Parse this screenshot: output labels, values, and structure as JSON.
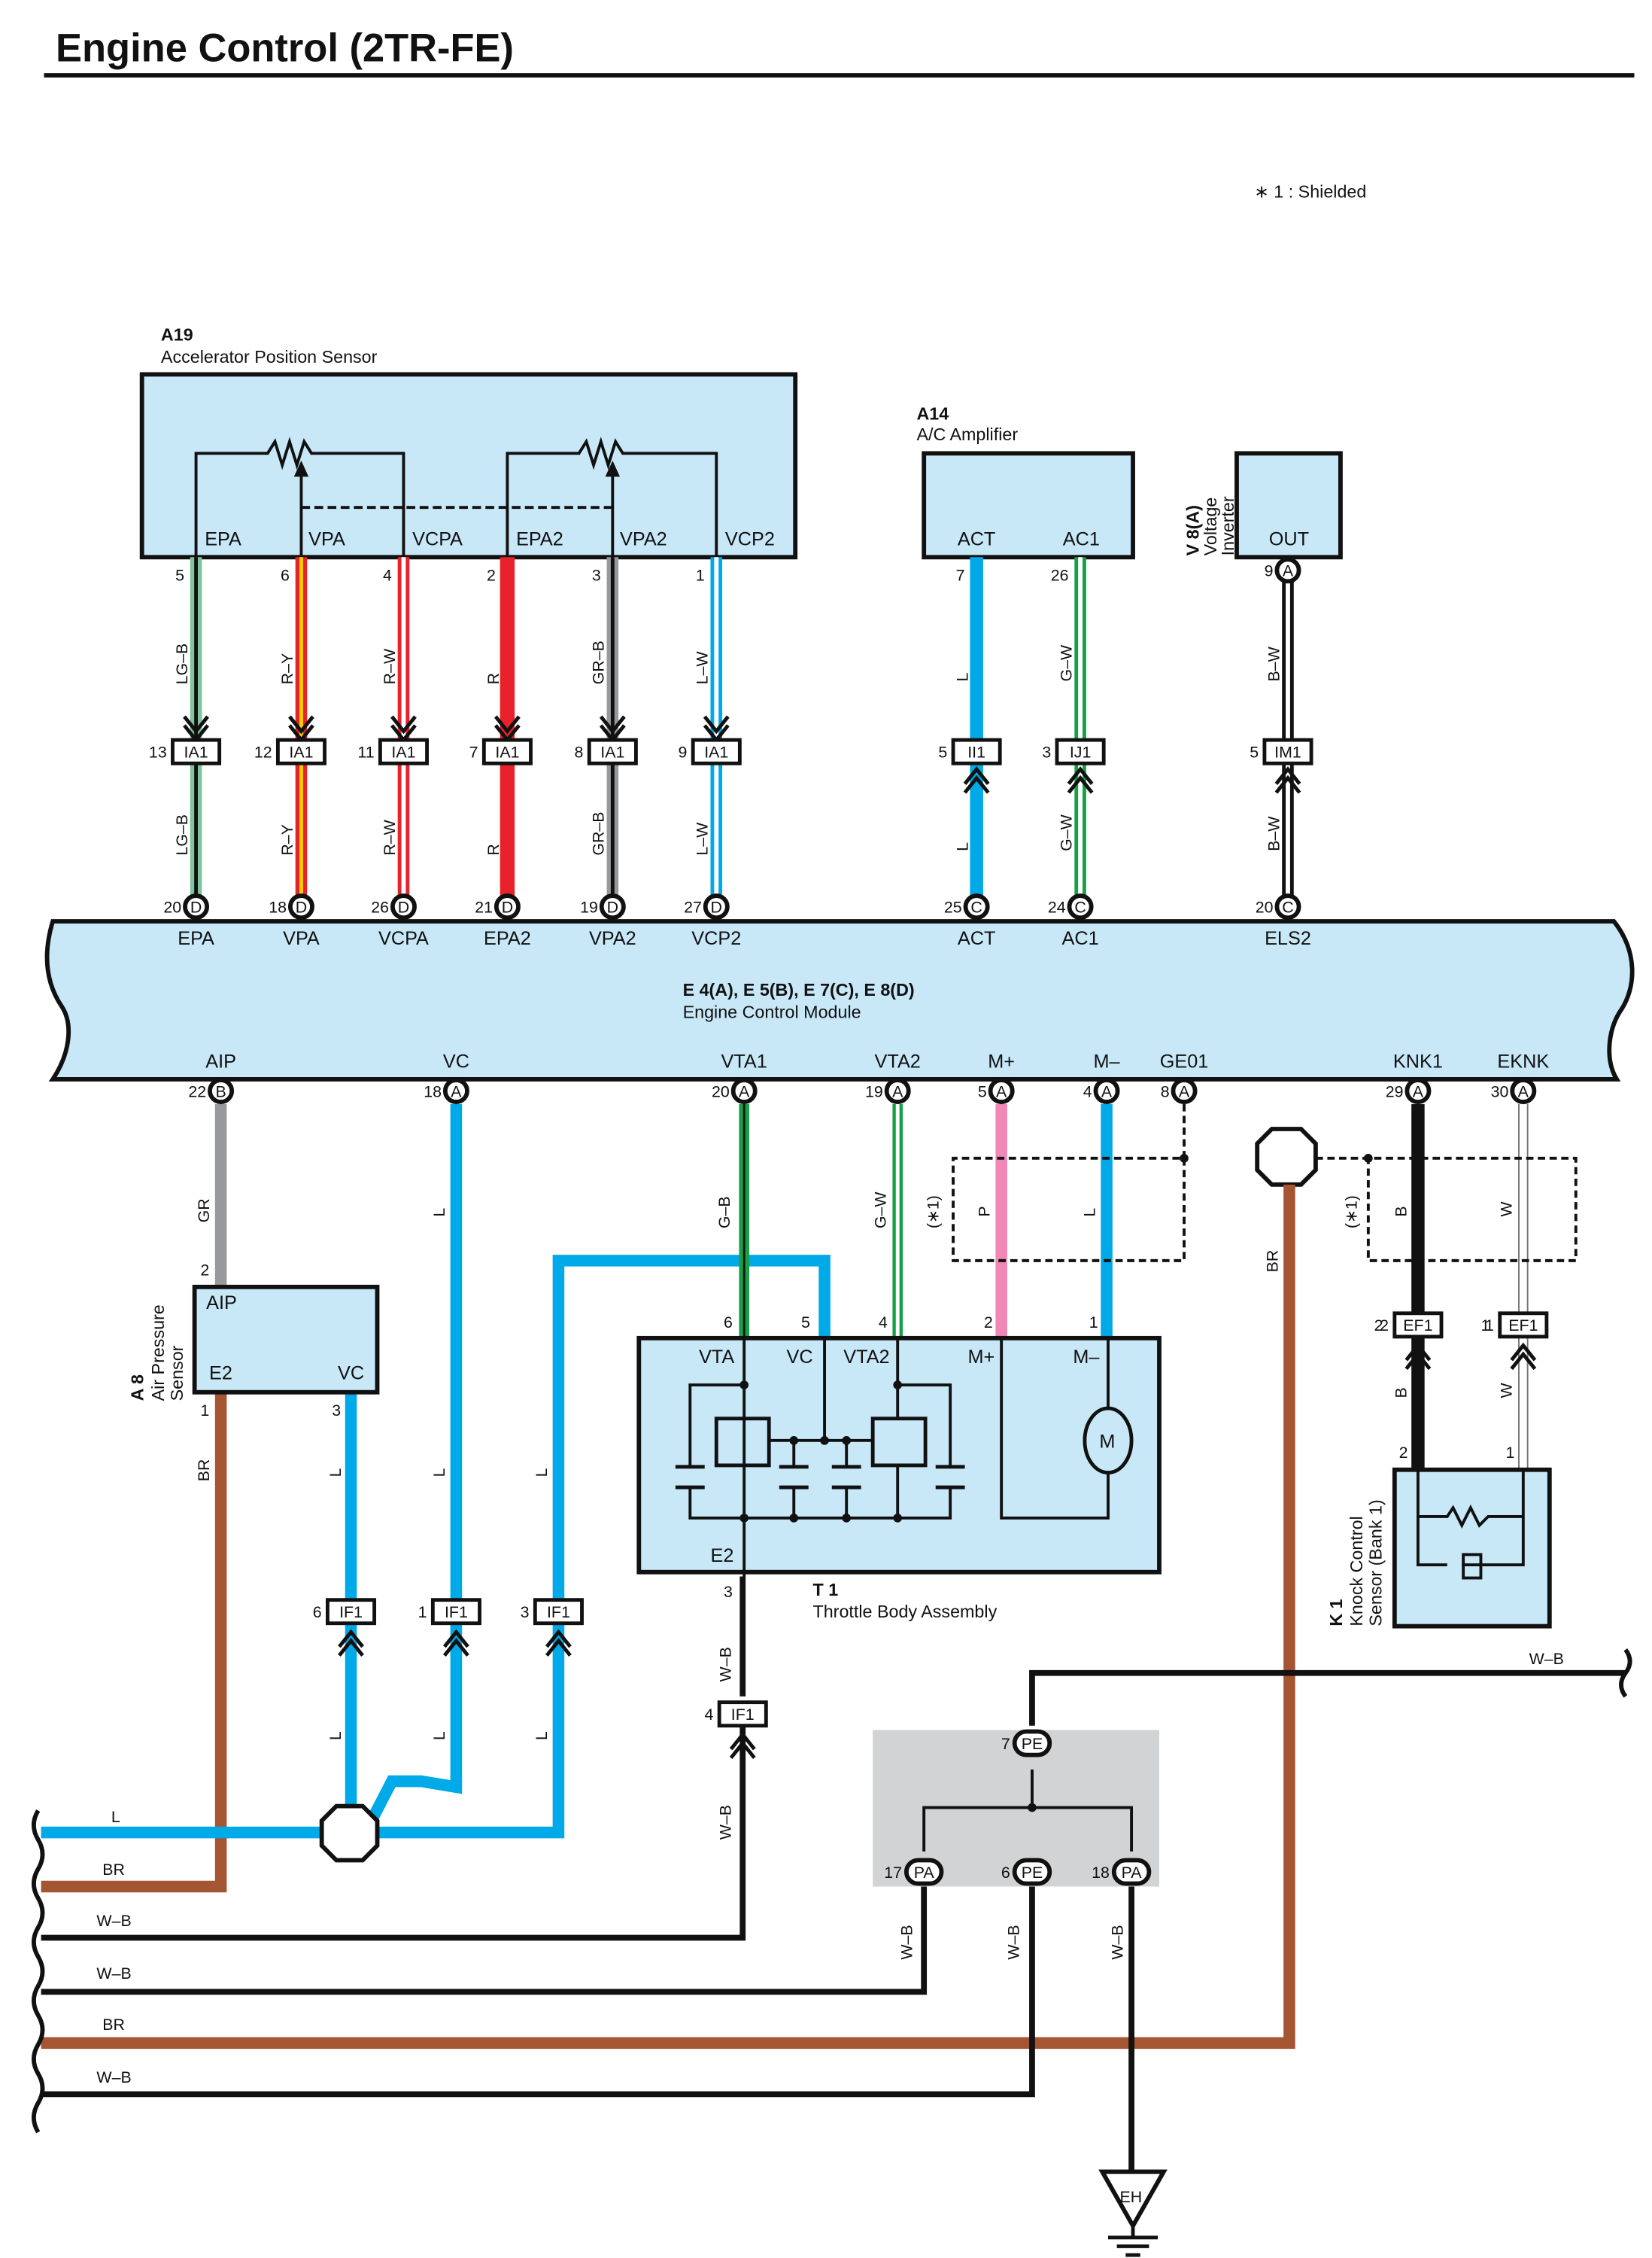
{
  "title": "Engine Control (2TR-FE)",
  "note": "∗ 1 : Shielded",
  "colors": {
    "L": "#00a9e8",
    "BR": "#a45532",
    "GR": "#98999b",
    "R": "#e8212a",
    "Y": "#f7d000",
    "LG": "#7fc49a",
    "G": "#18a049",
    "P": "#f087b6",
    "B": "#111111",
    "W": "#ffffff",
    "box": "#c8e8f8",
    "splice_box": "#d1d3d4"
  },
  "components": {
    "a19": {
      "code": "A19",
      "name": "Accelerator Position Sensor",
      "terminals": [
        "EPA",
        "VPA",
        "VCPA",
        "EPA2",
        "VPA2",
        "VCP2"
      ]
    },
    "a14": {
      "code": "A14",
      "name": "A/C Amplifier",
      "terminals": [
        "ACT",
        "AC1"
      ]
    },
    "v8": {
      "code": "V 8(A)",
      "name1": "Voltage",
      "name2": "Inverter",
      "terminal": "OUT"
    },
    "ecm": {
      "code": "E 4(A), E 5(B), E 7(C), E 8(D)",
      "name": "Engine Control Module",
      "top_terminals": [
        "EPA",
        "VPA",
        "VCPA",
        "EPA2",
        "VPA2",
        "VCP2",
        "ACT",
        "AC1",
        "ELS2"
      ],
      "bottom_terminals": [
        "AIP",
        "VC",
        "VTA1",
        "VTA2",
        "M+",
        "M–",
        "GE01",
        "KNK1",
        "EKNK"
      ]
    },
    "a8": {
      "code": "A 8",
      "name1": "Air Pressure",
      "name2": "Sensor",
      "terminals": [
        "AIP",
        "E2",
        "VC"
      ]
    },
    "t1": {
      "code": "T 1",
      "name": "Throttle Body Assembly",
      "terminals": [
        "VTA",
        "VC",
        "VTA2",
        "M+",
        "M–",
        "E2"
      ],
      "motor": "M"
    },
    "k1": {
      "code": "K 1",
      "name1": "Knock Control",
      "name2": "Sensor (Bank 1)"
    },
    "ground": {
      "code": "EH"
    }
  },
  "top_wires": [
    {
      "pin_top": "5",
      "wire": "LG–B",
      "conn": "IA1",
      "conn_pin": "13",
      "ecm_pin": "20",
      "ecm_conn": "D"
    },
    {
      "pin_top": "6",
      "wire": "R–Y",
      "conn": "IA1",
      "conn_pin": "12",
      "ecm_pin": "18",
      "ecm_conn": "D"
    },
    {
      "pin_top": "4",
      "wire": "R–W",
      "conn": "IA1",
      "conn_pin": "11",
      "ecm_pin": "26",
      "ecm_conn": "D"
    },
    {
      "pin_top": "2",
      "wire": "R",
      "conn": "IA1",
      "conn_pin": "7",
      "ecm_pin": "21",
      "ecm_conn": "D"
    },
    {
      "pin_top": "3",
      "wire": "GR–B",
      "conn": "IA1",
      "conn_pin": "8",
      "ecm_pin": "19",
      "ecm_conn": "D"
    },
    {
      "pin_top": "1",
      "wire": "L–W",
      "conn": "IA1",
      "conn_pin": "9",
      "ecm_pin": "27",
      "ecm_conn": "D"
    },
    {
      "pin_top": "7",
      "wire": "L",
      "conn": "II1",
      "conn_pin": "5",
      "ecm_pin": "25",
      "ecm_conn": "C"
    },
    {
      "pin_top": "26",
      "wire": "G–W",
      "conn": "IJ1",
      "conn_pin": "3",
      "ecm_pin": "24",
      "ecm_conn": "C"
    },
    {
      "pin_top": "9",
      "pin_conn": "A",
      "wire": "B–W",
      "conn": "IM1",
      "conn_pin": "5",
      "ecm_pin": "20",
      "ecm_conn": "C"
    }
  ],
  "bottom_pins": [
    {
      "pin": "22",
      "conn": "B"
    },
    {
      "pin": "18",
      "conn": "A"
    },
    {
      "pin": "20",
      "conn": "A"
    },
    {
      "pin": "19",
      "conn": "A"
    },
    {
      "pin": "5",
      "conn": "A"
    },
    {
      "pin": "4",
      "conn": "A"
    },
    {
      "pin": "8",
      "conn": "A"
    },
    {
      "pin": "29",
      "conn": "A"
    },
    {
      "pin": "30",
      "conn": "A"
    }
  ],
  "wire_labels": {
    "gr": "GR",
    "l": "L",
    "gb": "G–B",
    "gw": "G–W",
    "shield": "(∗1)",
    "p": "P",
    "br": "BR",
    "b": "B",
    "w": "W",
    "wb": "W–B"
  },
  "pins": {
    "a8_aip": "2",
    "a8_e2": "1",
    "a8_vc": "3",
    "t1_vta": "6",
    "t1_vc": "5",
    "t1_vta2": "4",
    "t1_mp": "2",
    "t1_mm": "1",
    "t1_e2": "3",
    "if1_a": "6",
    "if1_b": "1",
    "if1_c": "3",
    "if1_d": "4",
    "if1": "IF1",
    "ef1_a": "2",
    "ef1_b": "1",
    "ef1": "EF1",
    "k1_a": "2",
    "k1_b": "1",
    "pe7": "7",
    "pe6": "6",
    "pa17": "17",
    "pa18": "18",
    "pe": "PE",
    "pa": "PA"
  }
}
